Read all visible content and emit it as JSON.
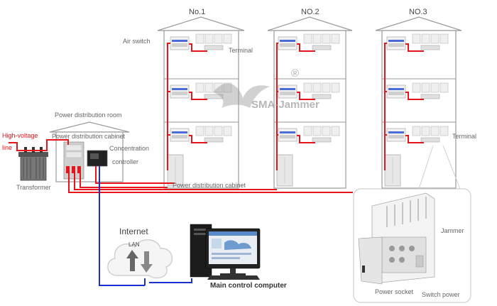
{
  "buildings": [
    {
      "label": "No.1"
    },
    {
      "label": "NO.2"
    },
    {
      "label": "NO.3"
    }
  ],
  "labels": {
    "air_switch": "Air switch",
    "terminal_top": "Terminal",
    "terminal_right": "Terminal",
    "high_voltage_line_1": "High-voltage",
    "high_voltage_line_2": "line",
    "transformer": "Transformer",
    "power_distribution_room": "Power distribution room",
    "power_distribution_cabinet_room": "Power distribution cabinet",
    "concentration_controller_1": "Concentration",
    "concentration_controller_2": "controller",
    "power_distribution_cabinet_bottom": "Power distribution cabinet",
    "internet": "Internet",
    "lan": "LAN",
    "main_control_computer": "Main control computer",
    "jammer": "Jammer",
    "power_socket": "Power socket",
    "switch_power": "Switch power",
    "watermark": "SMA-Jammer",
    "registered_mark": "®"
  },
  "colors": {
    "power_line": "#e8141c",
    "network_line": "#1a2fd1",
    "building_outline": "#9a9a9a",
    "label_gray": "#666666",
    "highlight_red": "#e8141c"
  }
}
